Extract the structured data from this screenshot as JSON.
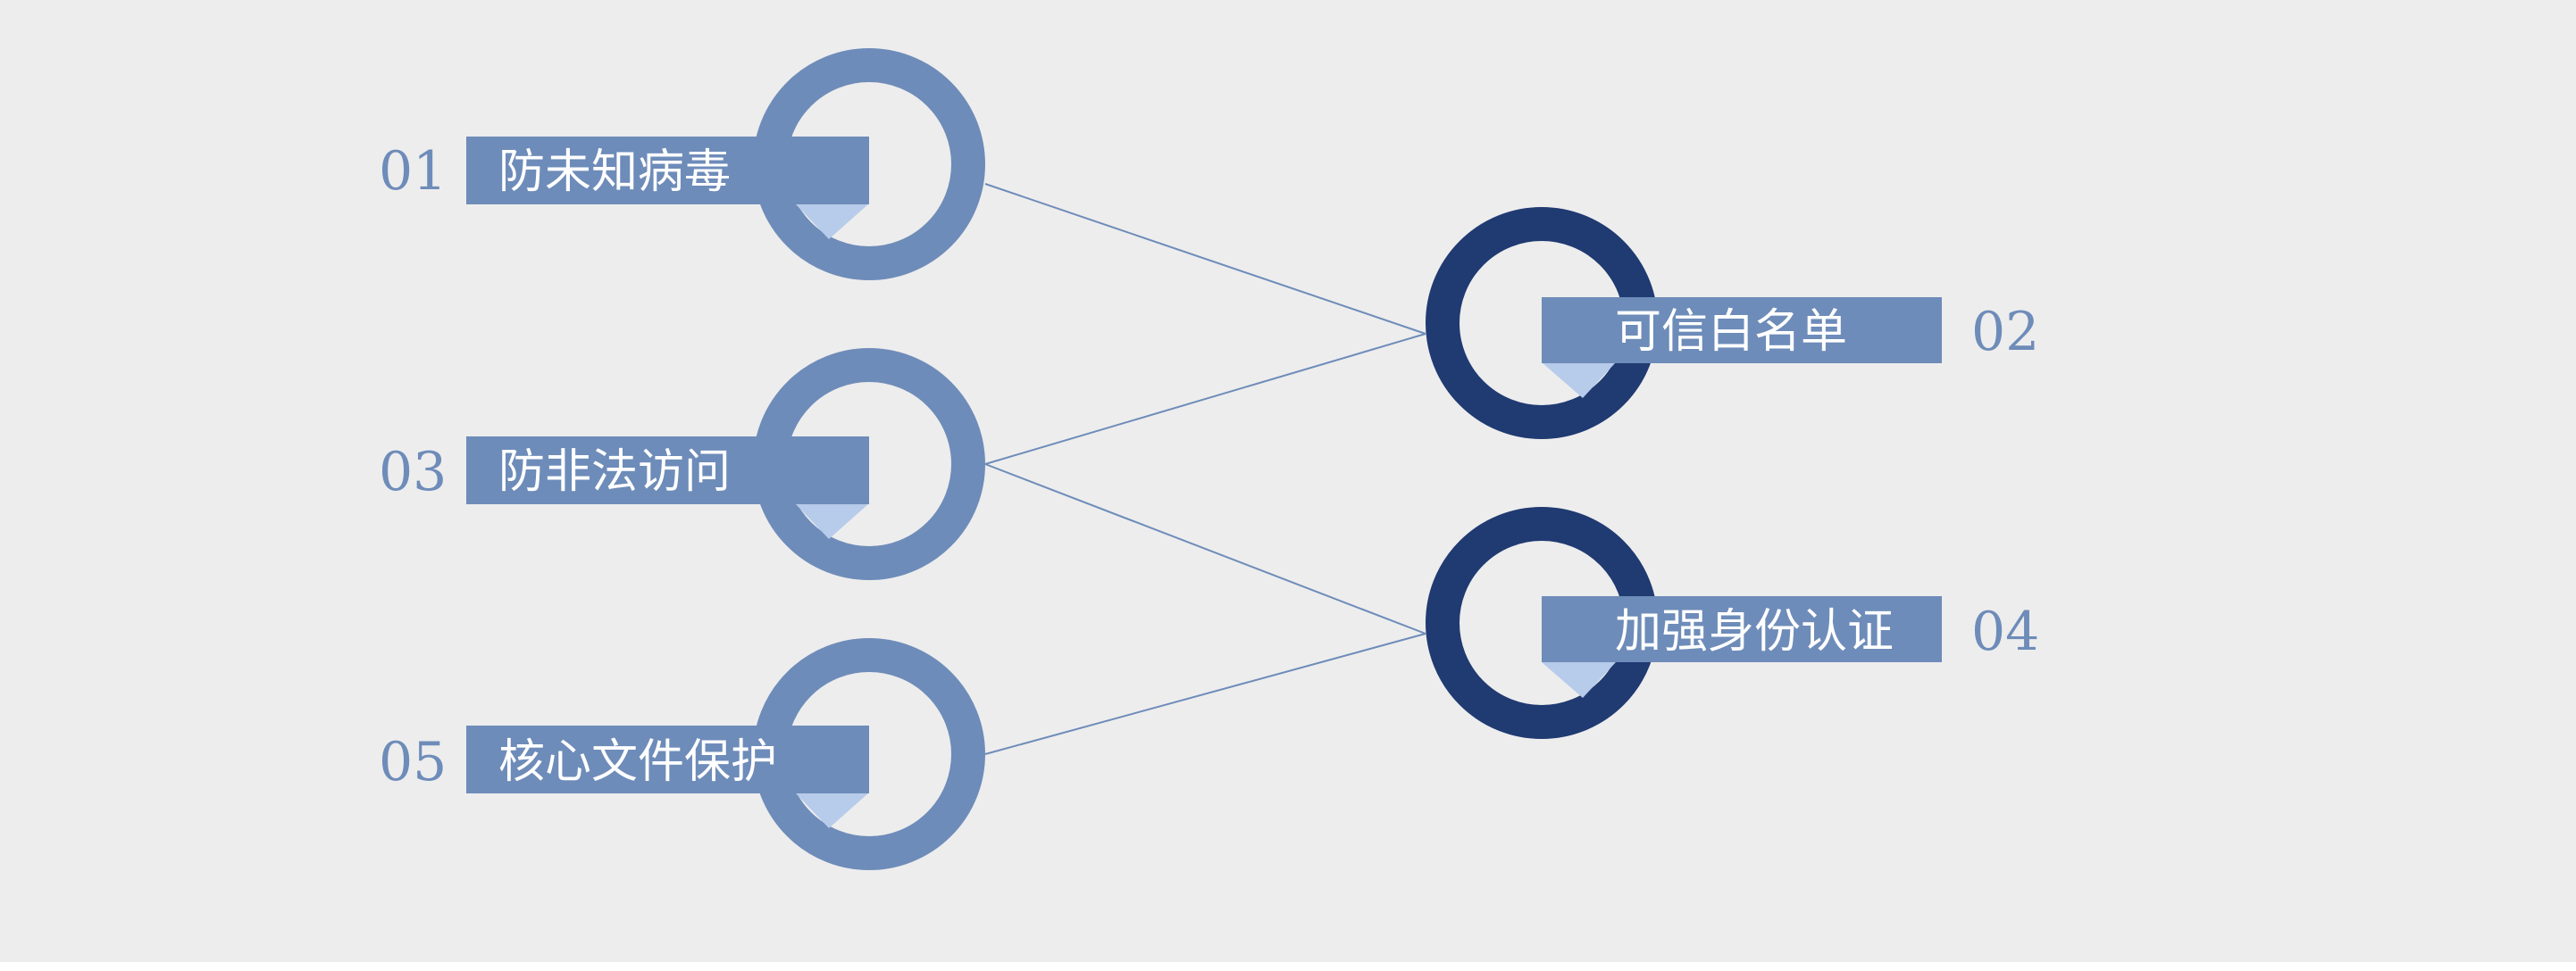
{
  "colors": {
    "background": "#ededed",
    "ring_light": "#6e8cb9",
    "ring_dark": "#203a72",
    "label_bar": "#6e8cb9",
    "wedge": "#b7cbea",
    "label_text": "#ffffff",
    "number_text": "#6e8cb9",
    "connector": "#6e8cb9"
  },
  "items": [
    {
      "number": "01",
      "label": "防未知病毒",
      "side": "left",
      "tone": "light"
    },
    {
      "number": "02",
      "label": "可信白名单",
      "side": "right",
      "tone": "dark"
    },
    {
      "number": "03",
      "label": "防非法访问",
      "side": "left",
      "tone": "light"
    },
    {
      "number": "04",
      "label": "加强身份认证",
      "side": "right",
      "tone": "dark"
    },
    {
      "number": "05",
      "label": "核心文件保护",
      "side": "left",
      "tone": "light"
    }
  ],
  "connections": [
    [
      "01",
      "02"
    ],
    [
      "03",
      "02"
    ],
    [
      "03",
      "04"
    ],
    [
      "05",
      "04"
    ]
  ]
}
